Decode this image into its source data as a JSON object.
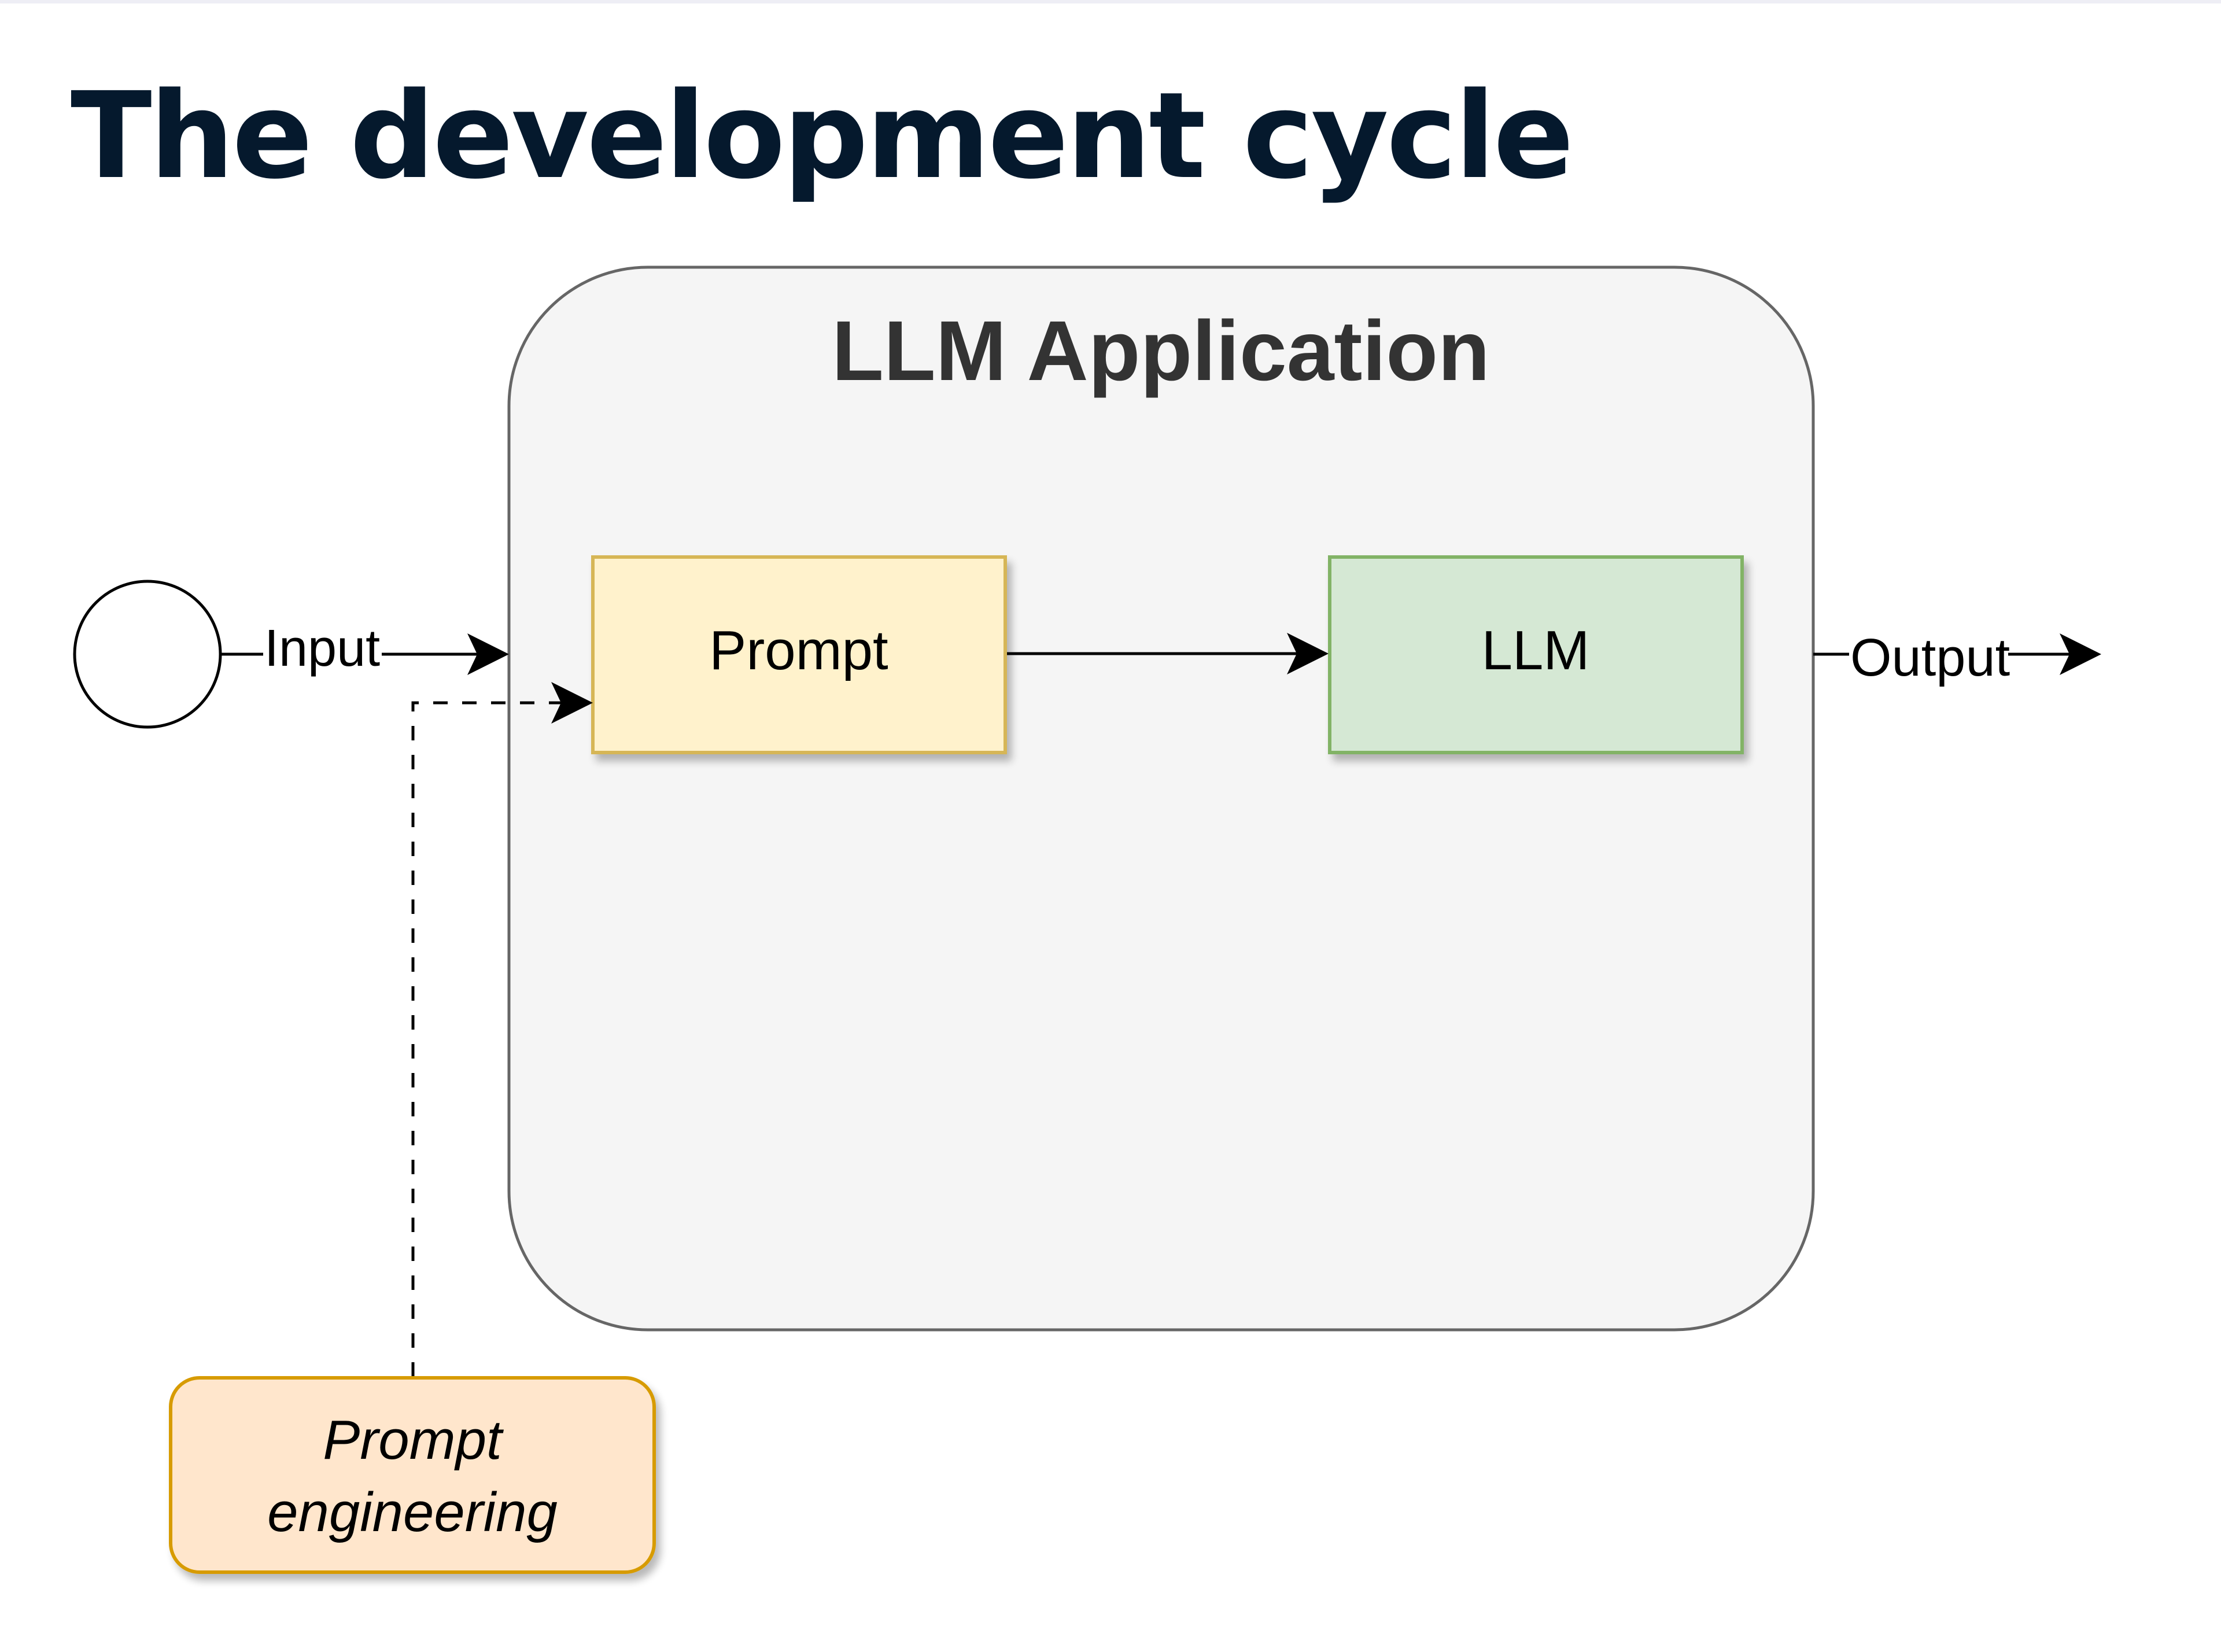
{
  "slide": {
    "title": "The development cycle"
  },
  "diagram": {
    "container": {
      "label": "LLM Application",
      "fill": "#f5f5f5",
      "stroke": "#666666",
      "text_color": "#333333"
    },
    "nodes": {
      "start": {
        "label": ""
      },
      "prompt": {
        "label": "Prompt",
        "fill": "#fff2cc",
        "stroke": "#d6b656"
      },
      "llm": {
        "label": "LLM",
        "fill": "#d5e8d4",
        "stroke": "#82b366"
      },
      "prompt_engineering": {
        "label_line1": "Prompt",
        "label_line2": "engineering",
        "fill": "#ffe6cc",
        "stroke": "#d79b00"
      }
    },
    "edges": {
      "input": {
        "label": "Input",
        "style": "solid"
      },
      "prompt_to_llm": {
        "label": "",
        "style": "solid"
      },
      "output": {
        "label": "Output",
        "style": "solid"
      },
      "engineering_to_prompt": {
        "label": "",
        "style": "dashed"
      }
    },
    "title_color": "#05192d"
  }
}
